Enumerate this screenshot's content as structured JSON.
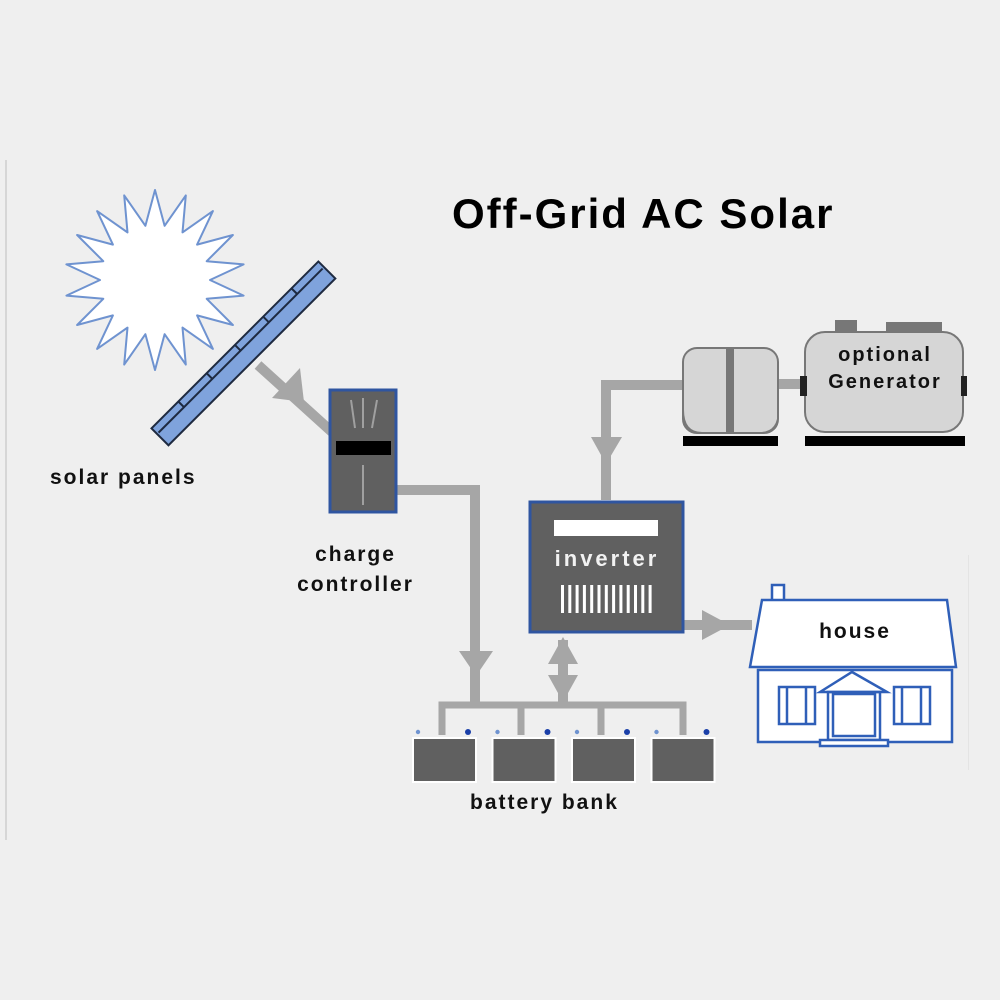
{
  "title": "Off-Grid AC Solar",
  "components": {
    "solar_panels": {
      "label": "solar panels",
      "icon": "solar-panel-icon"
    },
    "sun": {
      "icon": "sun-icon"
    },
    "charge_controller": {
      "label_line1": "charge",
      "label_line2": "controller",
      "icon": "charge-controller-icon"
    },
    "inverter": {
      "label": "inverter",
      "icon": "inverter-icon"
    },
    "generator": {
      "label_line1": "optional",
      "label_line2": "Generator",
      "icon": "generator-icon"
    },
    "house": {
      "label": "house",
      "icon": "house-icon"
    },
    "battery_bank": {
      "label": "battery bank",
      "battery_count": 4,
      "icon": "battery-icon"
    }
  },
  "flows": [
    {
      "from": "solar panels",
      "to": "charge controller",
      "direction": "one-way"
    },
    {
      "from": "charge controller",
      "to": "battery bank",
      "direction": "one-way"
    },
    {
      "from": "inverter",
      "to": "battery bank",
      "direction": "two-way"
    },
    {
      "from": "optional Generator",
      "to": "inverter",
      "direction": "one-way"
    },
    {
      "from": "inverter",
      "to": "house",
      "direction": "one-way"
    }
  ],
  "colors": {
    "background": "#efefef",
    "wire": "#a6a6a6",
    "device_fill": "#606060",
    "device_border": "#2f55a0",
    "panel_fill": "#7fa3dc",
    "outline_blue": "#2f5fb8",
    "generator_fill": "#d6d6d6"
  }
}
